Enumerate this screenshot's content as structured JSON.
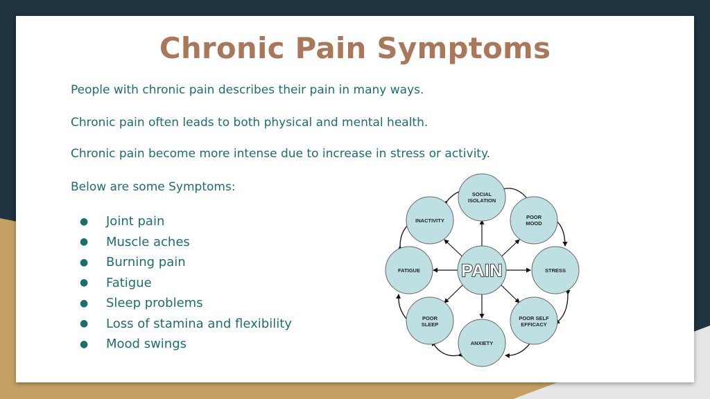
{
  "title": "Chronic Pain Symptoms",
  "paragraphs": [
    "People with chronic pain describes their pain in many ways.",
    "Chronic pain often leads to both physical and mental health.",
    "Chronic pain become more intense due to increase in stress or activity.",
    "Below are some Symptoms:"
  ],
  "bullet_glyph": "●",
  "symptoms": [
    "Joint pain",
    "Muscle aches",
    "Burning pain",
    "Fatigue",
    "Sleep problems",
    "Loss of stamina and flexibility",
    "Mood swings"
  ],
  "diagram": {
    "center": "PAIN",
    "nodes": {
      "social_1": "SOCIAL",
      "social_2": "ISOLATION",
      "poor_mood_1": "POOR",
      "poor_mood_2": "MOOD",
      "stress": "STRESS",
      "efficacy_1": "POOR SELF",
      "efficacy_2": "EFFICACY",
      "anxiety": "ANXIETY",
      "sleep_1": "POOR",
      "sleep_2": "SLEEP",
      "fatigue": "FATIGUE",
      "inactivity": "INACTIVITY"
    }
  },
  "colors": {
    "title": "#a9785a",
    "text": "#1b6f6a",
    "node_fill": "#bfe0e3",
    "navy": "#1f3340",
    "gold": "#c4a062"
  }
}
